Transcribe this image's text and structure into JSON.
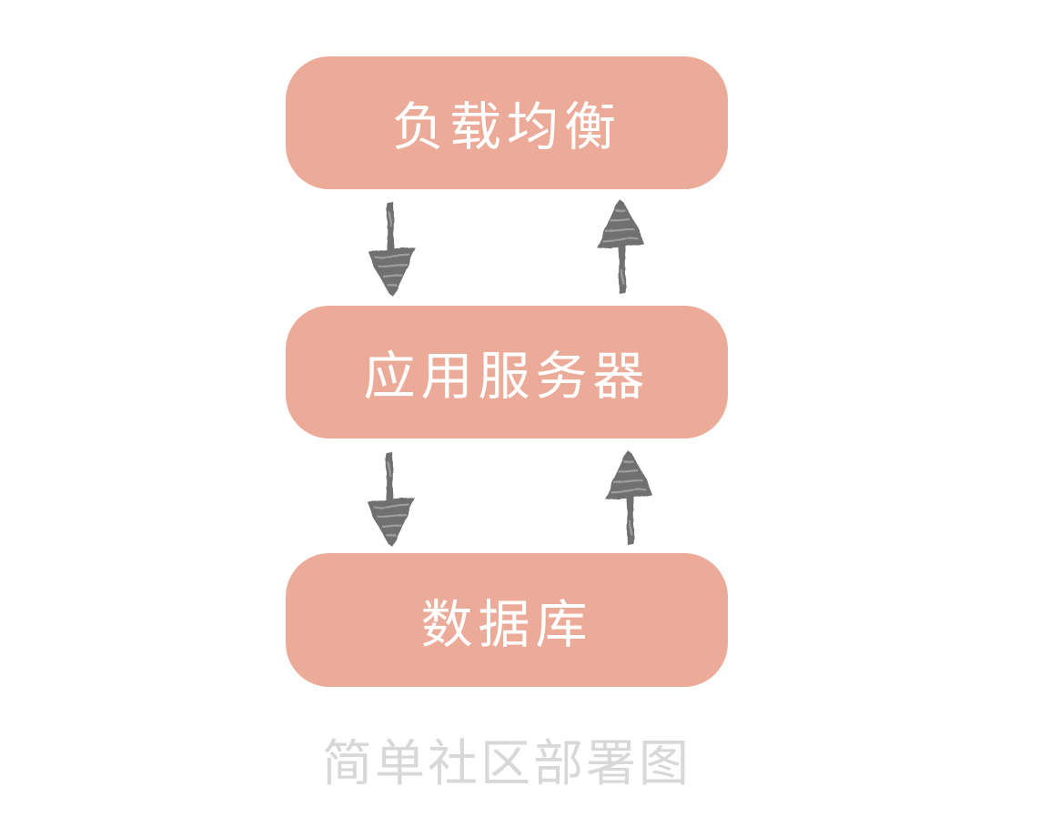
{
  "diagram": {
    "caption": "简单社区部署图",
    "nodes": [
      {
        "id": "load-balancer",
        "label": "负载均衡"
      },
      {
        "id": "app-server",
        "label": "应用服务器"
      },
      {
        "id": "database",
        "label": "数据库"
      }
    ],
    "edges": [
      {
        "from": "load-balancer",
        "to": "app-server",
        "direction": "down"
      },
      {
        "from": "app-server",
        "to": "load-balancer",
        "direction": "up"
      },
      {
        "from": "app-server",
        "to": "database",
        "direction": "down"
      },
      {
        "from": "database",
        "to": "app-server",
        "direction": "up"
      }
    ]
  },
  "colors": {
    "node_fill": "#ECAB99",
    "node_text": "#FFFFFF",
    "arrow": "#6F6F6F",
    "caption_text": "#D8D8D8",
    "background": "#FFFFFF"
  }
}
